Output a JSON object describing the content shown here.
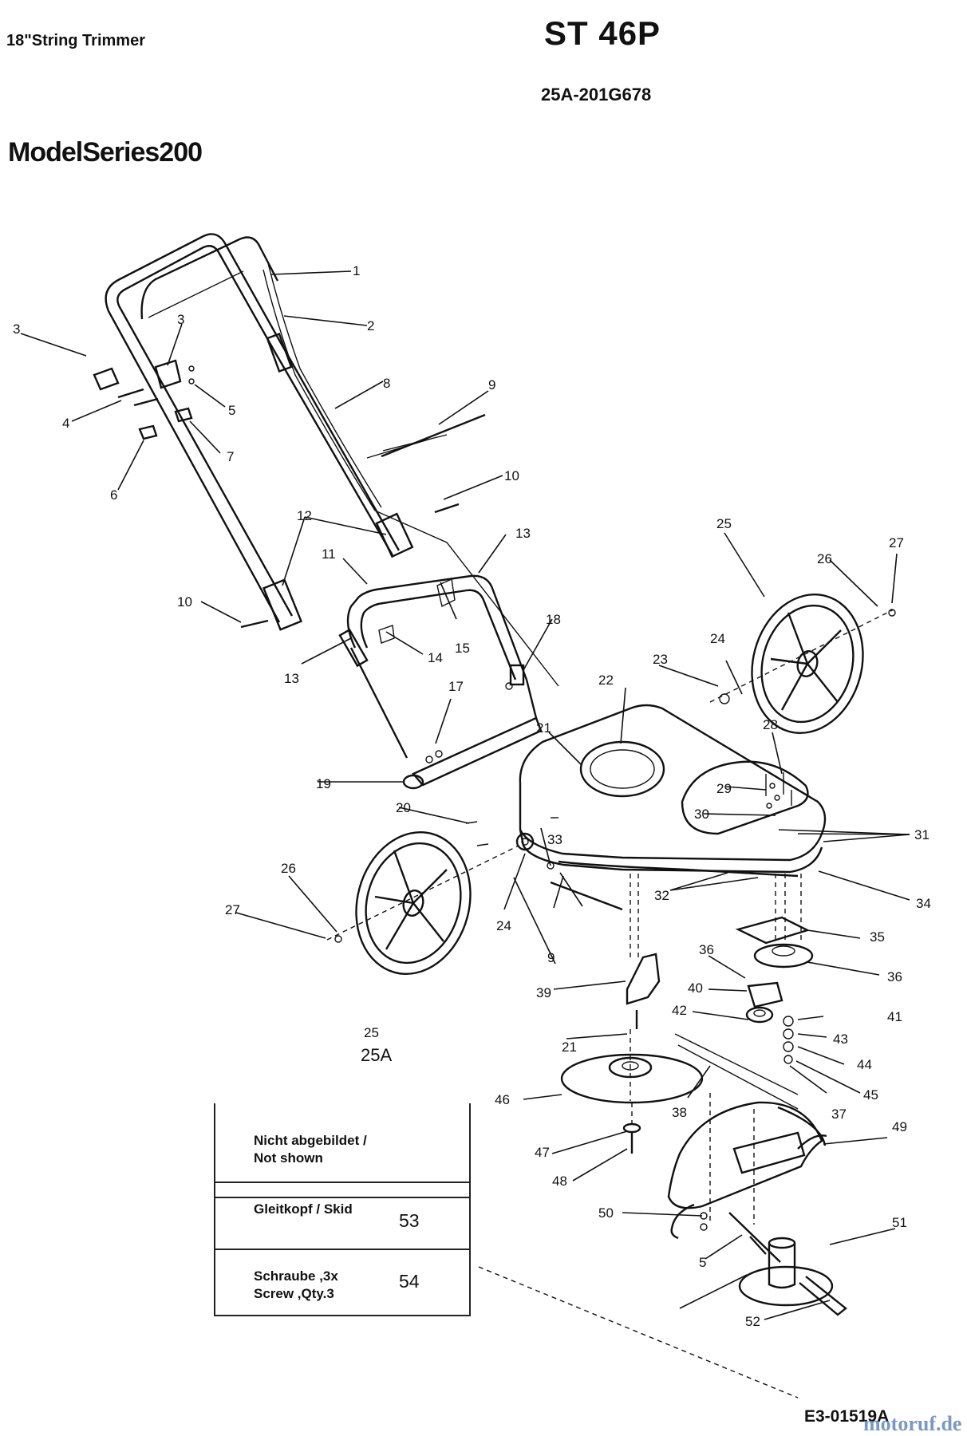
{
  "header": {
    "subtitle": "18\"String Trimmer",
    "model": "ST 46P",
    "part_number": "25A-201G678",
    "series": "ModelSeries200"
  },
  "callouts": [
    "1",
    "2",
    "3",
    "3",
    "4",
    "5",
    "6",
    "7",
    "8",
    "9",
    "10",
    "10",
    "11",
    "12",
    "13",
    "13",
    "14",
    "15",
    "17",
    "18",
    "19",
    "20",
    "21",
    "21",
    "22",
    "23",
    "24",
    "24",
    "25",
    "25",
    "25A",
    "26",
    "26",
    "27",
    "27",
    "28",
    "29",
    "30",
    "31",
    "32",
    "33",
    "34",
    "35",
    "36",
    "36",
    "37",
    "38",
    "39",
    "40",
    "41",
    "42",
    "43",
    "44",
    "45",
    "46",
    "47",
    "48",
    "49",
    "50",
    "51",
    "52",
    "5",
    "9"
  ],
  "legend": {
    "rows": [
      {
        "line1": "Nicht abgebildet /",
        "line2": "Not shown",
        "num": ""
      },
      {
        "line1": "Gleitkopf / Skid",
        "line2": "",
        "num": "53"
      },
      {
        "line1": "Schraube ,3x",
        "line2": "Screw ,Qty.3",
        "num": "54"
      }
    ]
  },
  "footer": {
    "drawing_number": "E3-01519A",
    "watermark": "motoruf.de"
  }
}
